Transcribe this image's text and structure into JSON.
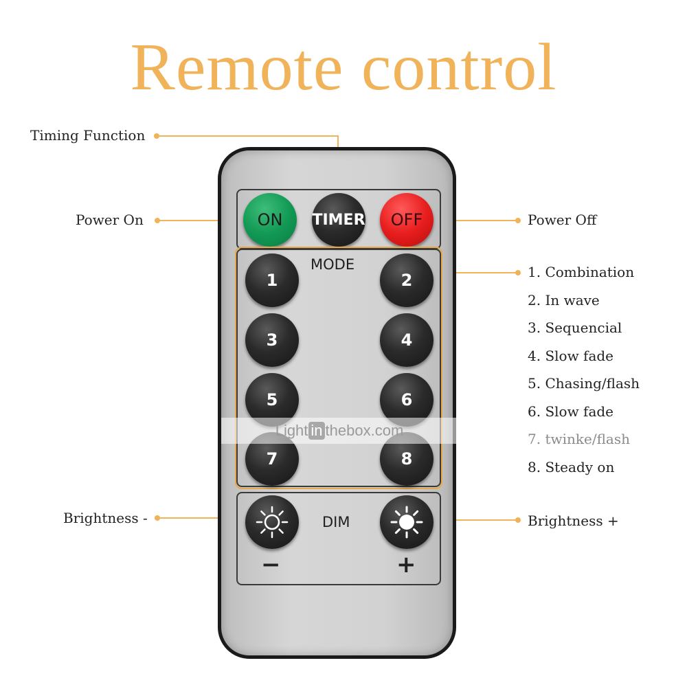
{
  "title": "Remote control",
  "remote": {
    "buttons": {
      "on": "ON",
      "timer": "TIMER",
      "off": "OFF",
      "mode_label": "MODE",
      "modes": [
        "1",
        "2",
        "3",
        "4",
        "5",
        "6",
        "7",
        "8"
      ],
      "dim_label": "DIM",
      "minus": "−",
      "plus": "+"
    }
  },
  "callouts": {
    "timing_function": "Timing Function",
    "power_on": "Power On",
    "power_off": "Power Off",
    "brightness_minus": "Brightness -",
    "brightness_plus": "Brightness +"
  },
  "mode_descriptions": [
    "1. Combination",
    "2. In wave",
    "3. Sequencial",
    "4. Slow fade",
    "5. Chasing/flash",
    "6. Slow fade",
    "7. twinke/flash",
    "8. Steady on"
  ],
  "watermark": {
    "pre": "Light",
    "mid": "in",
    "post": "thebox.com"
  },
  "colors": {
    "title": "#f0b35a",
    "leader_line": "#f0b35a",
    "on_button": "#129a55",
    "off_button": "#e81e1e",
    "mode_frame": "#e8a94a"
  }
}
